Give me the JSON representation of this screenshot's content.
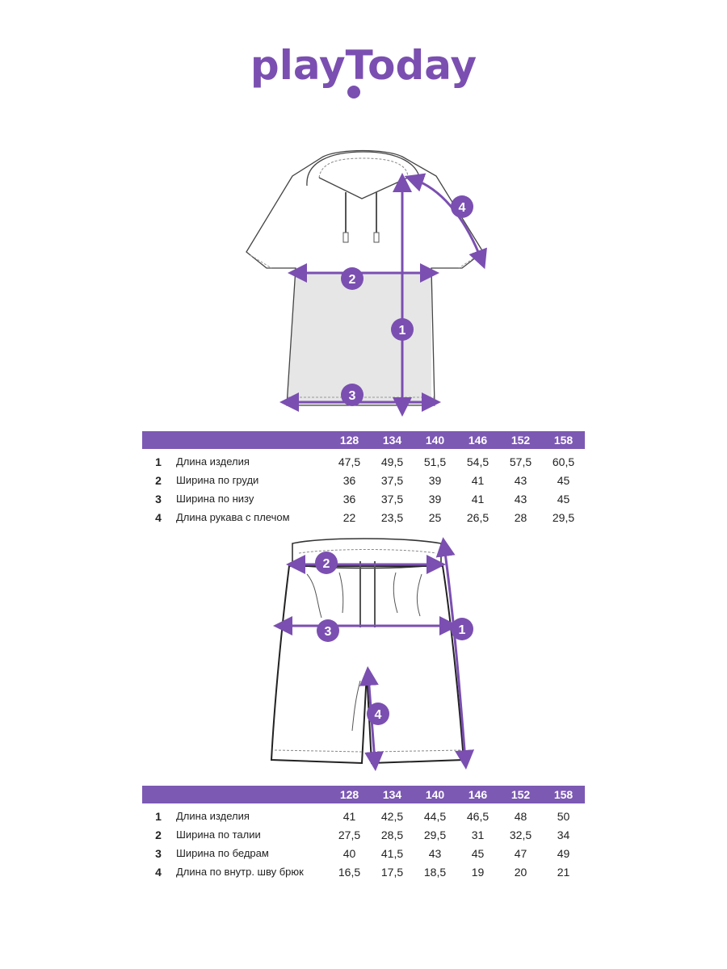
{
  "brand": {
    "logo_text": "playToday"
  },
  "colors": {
    "accent": "#7b4fb1",
    "table_header": "#7c59b3",
    "fill_gray": "#e6e6e6"
  },
  "top_table": {
    "sizes": [
      "128",
      "134",
      "140",
      "146",
      "152",
      "158"
    ],
    "rows": [
      {
        "num": "1",
        "label": "Длина изделия",
        "values": [
          "47,5",
          "49,5",
          "51,5",
          "54,5",
          "57,5",
          "60,5"
        ]
      },
      {
        "num": "2",
        "label": "Ширина по груди",
        "values": [
          "36",
          "37,5",
          "39",
          "41",
          "43",
          "45"
        ]
      },
      {
        "num": "3",
        "label": "Ширина по низу",
        "values": [
          "36",
          "37,5",
          "39",
          "41",
          "43",
          "45"
        ]
      },
      {
        "num": "4",
        "label": "Длина рукава с плечом",
        "values": [
          "22",
          "23,5",
          "25",
          "26,5",
          "28",
          "29,5"
        ]
      }
    ]
  },
  "bottom_table": {
    "sizes": [
      "128",
      "134",
      "140",
      "146",
      "152",
      "158"
    ],
    "rows": [
      {
        "num": "1",
        "label": "Длина изделия",
        "values": [
          "41",
          "42,5",
          "44,5",
          "46,5",
          "48",
          "50"
        ]
      },
      {
        "num": "2",
        "label": "Ширина по талии",
        "values": [
          "27,5",
          "28,5",
          "29,5",
          "31",
          "32,5",
          "34"
        ]
      },
      {
        "num": "3",
        "label": "Ширина по бедрам",
        "values": [
          "40",
          "41,5",
          "43",
          "45",
          "47",
          "49"
        ]
      },
      {
        "num": "4",
        "label": "Длина по внутр. шву брюк",
        "values": [
          "16,5",
          "17,5",
          "18,5",
          "19",
          "20",
          "21"
        ]
      }
    ]
  },
  "shirt_markers": [
    "1",
    "2",
    "3",
    "4"
  ],
  "shorts_markers": [
    "1",
    "2",
    "3",
    "4"
  ]
}
